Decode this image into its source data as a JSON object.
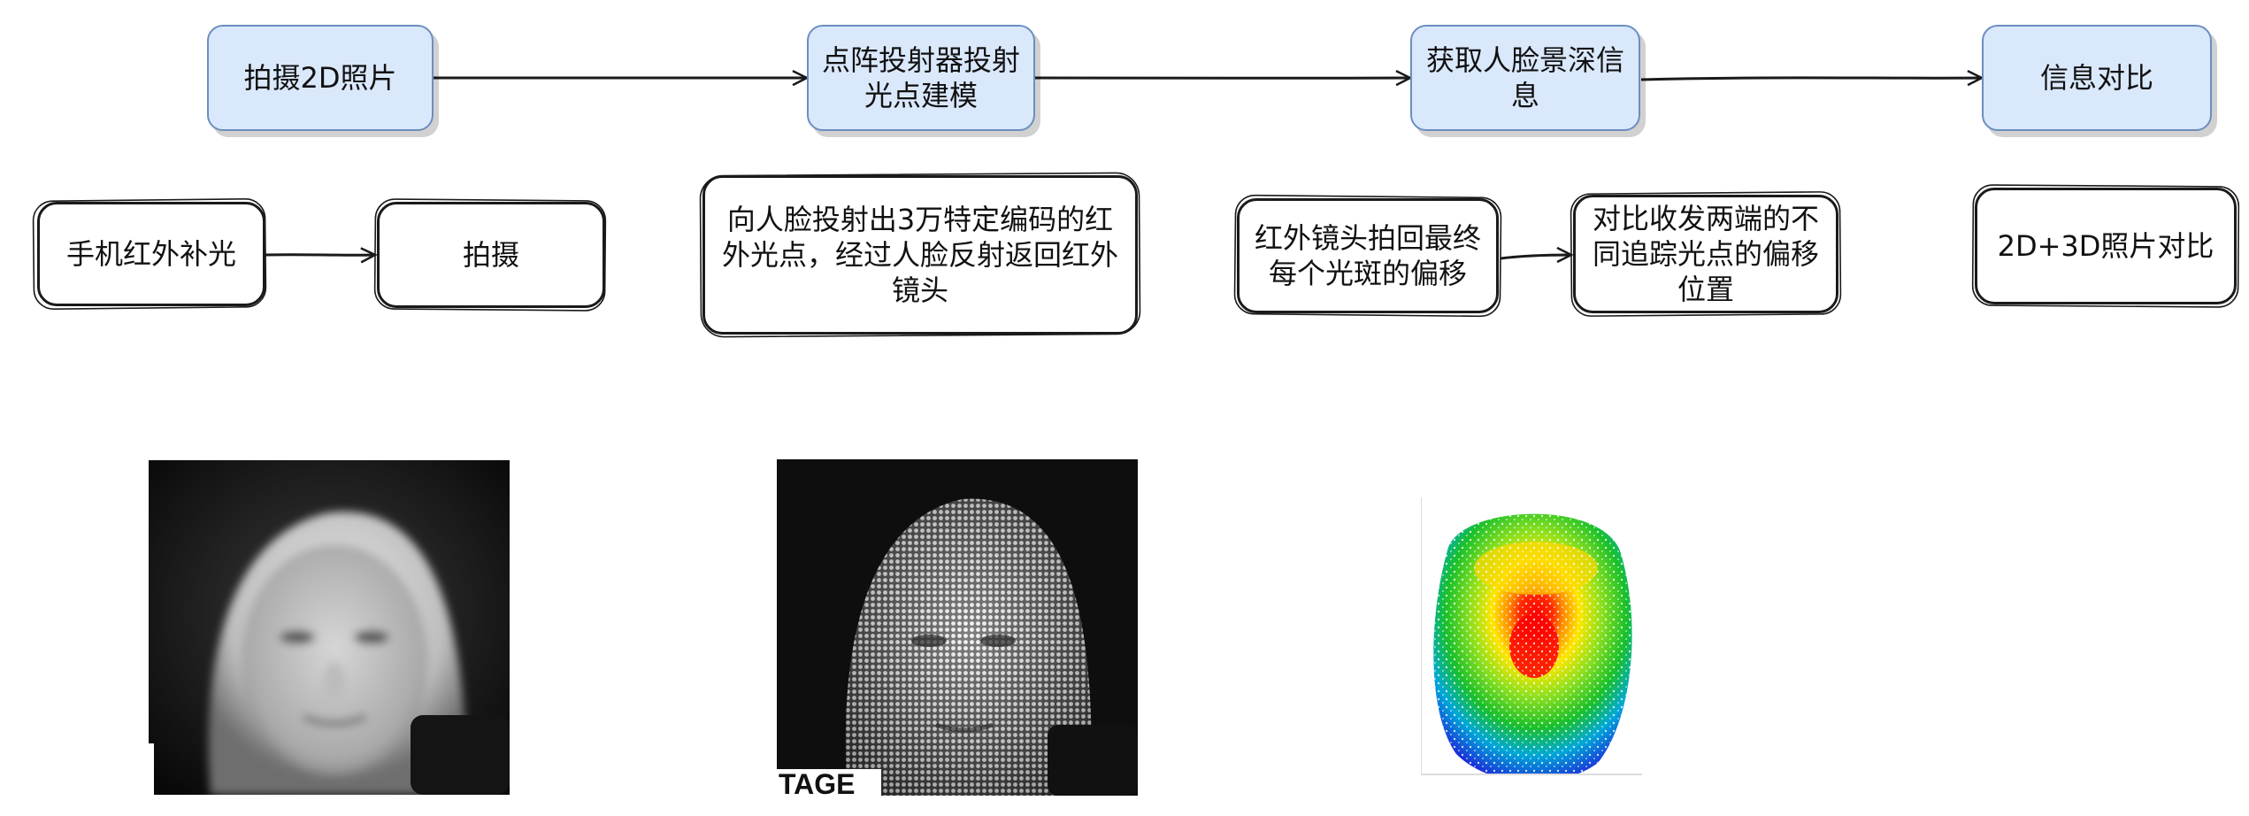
{
  "steps": [
    {
      "label": "拍摄2D照片"
    },
    {
      "label": "点阵投射器投射光点建模"
    },
    {
      "label": "获取人脸景深信息"
    },
    {
      "label": "信息对比"
    }
  ],
  "details": [
    {
      "label": "手机红外补光"
    },
    {
      "label": "拍摄"
    },
    {
      "label": "向人脸投射出3万特定编码的红外光点，经过人脸反射返回红外镜头"
    },
    {
      "label": "红外镜头拍回最终每个光斑的偏移"
    },
    {
      "label": "对比收发两端的不同追踪光点的偏移位置"
    },
    {
      "label": "2D+3D照片对比"
    }
  ],
  "images": {
    "ir_photo_caption": "",
    "dot_photo_caption": "TAGE"
  },
  "colors": {
    "step_fill": "#dae8fc",
    "step_stroke": "#6c8ebf",
    "line": "#1a1a1a"
  }
}
